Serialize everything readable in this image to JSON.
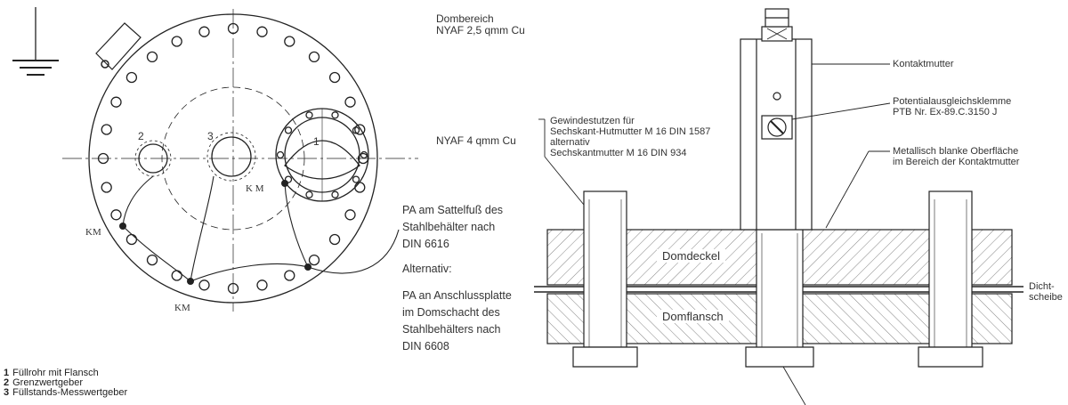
{
  "labels": {
    "dombereich": [
      "Dombereich",
      "NYAF 2,5 qmm Cu"
    ],
    "nyaf4": "NYAF 4 qmm Cu",
    "pa_sattel": [
      "PA am Sattelfuß des",
      "Stahlbehälter nach",
      "DIN 6616"
    ],
    "alternativ": "Alternativ:",
    "pa_anschluss": [
      "PA an Anschlussplatte",
      "im Domschacht des",
      "Stahlbehälters nach",
      "DIN 6608"
    ],
    "gewindestutzen": [
      "Gewindestutzen für",
      "Sechskant-Hutmutter M 16 DIN 1587",
      "alternativ",
      "Sechskantmutter M 16 DIN 934"
    ],
    "kontaktmutter": "Kontaktmutter",
    "potentialausgleich": [
      "Potentialausgleichsklemme",
      "PTB Nr. Ex-89.C.3150 J"
    ],
    "metallisch": [
      "Metallisch blanke Oberfläche",
      "im Bereich der Kontaktmutter"
    ],
    "domdeckel": "Domdeckel",
    "domflansch": "Domflansch",
    "dichtscheibe": [
      "Dicht-",
      "scheibe"
    ],
    "km": "KM",
    "k_m": "K M",
    "n1": "1",
    "n2": "2",
    "n3": "3"
  },
  "legend": [
    {
      "num": "1",
      "text": "Füllrohr mit Flansch"
    },
    {
      "num": "2",
      "text": "Grenzwertgeber"
    },
    {
      "num": "3",
      "text": "Füllstands-Messwertgeber"
    }
  ]
}
